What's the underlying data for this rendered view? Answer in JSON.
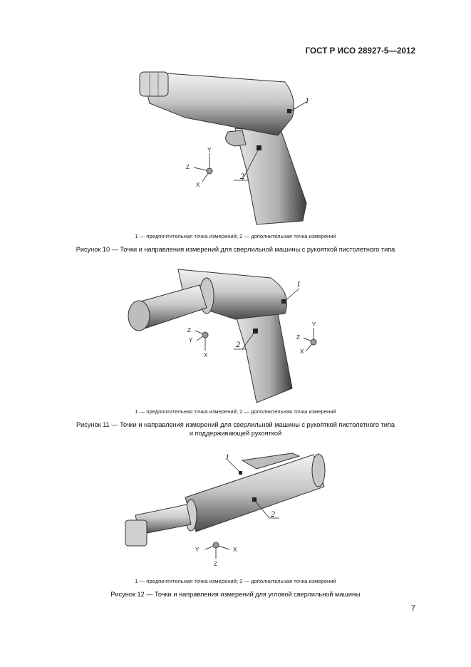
{
  "header": {
    "standard": "ГОСТ Р ИСО 28927-5—2012"
  },
  "markers": {
    "m1": "1",
    "m2": "2"
  },
  "axes": {
    "x": "X",
    "y": "Y",
    "z": "Z"
  },
  "figures": [
    {
      "legend": "1 — предпочтительная точка измерений; 2 — дополнительная точка измерений",
      "caption": [
        "Рисунок  10 — Точки и направления измерений для сверлильной машины с рукояткой пистолетного типа"
      ]
    },
    {
      "legend": "1 — предпочтительная точка измерений; 2 — дополнительная точка измерений",
      "caption": [
        "Рисунок  11 — Точки и направления измерений для сверлильной машины с рукояткой пистолетного типа",
        "и поддерживающей рукояткой"
      ]
    },
    {
      "legend": "1 — предпочтительная точка измерений; 2 — дополнительная точка измерений",
      "caption": [
        "Рисунок  12 — Точки и направления измерений для угловой сверлильной машины"
      ]
    }
  ],
  "page_number": "7",
  "colors": {
    "tool_fill": "#d9d9d9",
    "tool_dark": "#5a5a5a",
    "tool_mid": "#a6a6a6"
  }
}
